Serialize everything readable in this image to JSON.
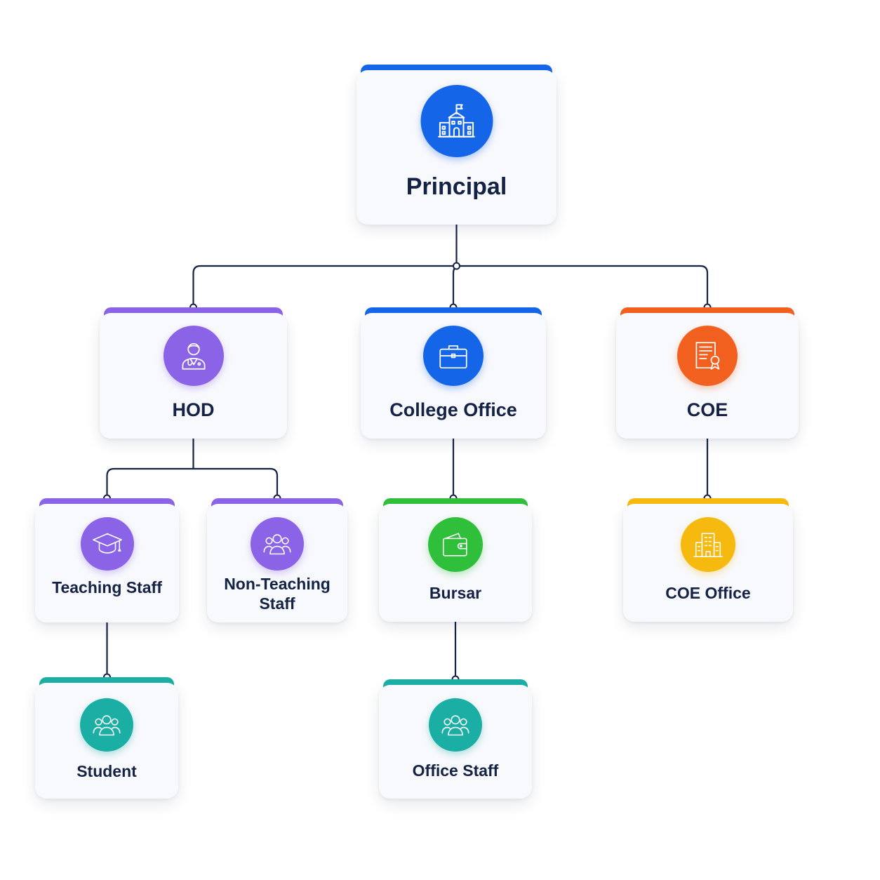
{
  "diagram": {
    "nodes": [
      {
        "id": "principal",
        "label": "Principal",
        "icon": "school-building-icon",
        "color": "#1565e8"
      },
      {
        "id": "hod",
        "label": "HOD",
        "icon": "doctor-person-icon",
        "color": "#8b63e6"
      },
      {
        "id": "college-office",
        "label": "College Office",
        "icon": "briefcase-icon",
        "color": "#1565e8"
      },
      {
        "id": "coe",
        "label": "COE",
        "icon": "certificate-icon",
        "color": "#f2601f"
      },
      {
        "id": "teaching-staff",
        "label": "Teaching Staff",
        "icon": "graduation-cap-icon",
        "color": "#8b63e6"
      },
      {
        "id": "non-teaching-staff",
        "label": "Non-Teaching Staff",
        "icon": "group-icon",
        "color": "#8b63e6"
      },
      {
        "id": "bursar",
        "label": "Bursar",
        "icon": "wallet-icon",
        "color": "#2fbf3a"
      },
      {
        "id": "coe-office",
        "label": "COE Office",
        "icon": "office-building-icon",
        "color": "#f6b90f"
      },
      {
        "id": "student",
        "label": "Student",
        "icon": "group-icon",
        "color": "#1aaea5"
      },
      {
        "id": "office-staff",
        "label": "Office Staff",
        "icon": "group-icon",
        "color": "#1aaea5"
      }
    ],
    "edges": [
      [
        "principal",
        "hod"
      ],
      [
        "principal",
        "college-office"
      ],
      [
        "principal",
        "coe"
      ],
      [
        "hod",
        "teaching-staff"
      ],
      [
        "hod",
        "non-teaching-staff"
      ],
      [
        "college-office",
        "bursar"
      ],
      [
        "coe",
        "coe-office"
      ],
      [
        "teaching-staff",
        "student"
      ],
      [
        "bursar",
        "office-staff"
      ]
    ],
    "connector_color": "#142246"
  }
}
